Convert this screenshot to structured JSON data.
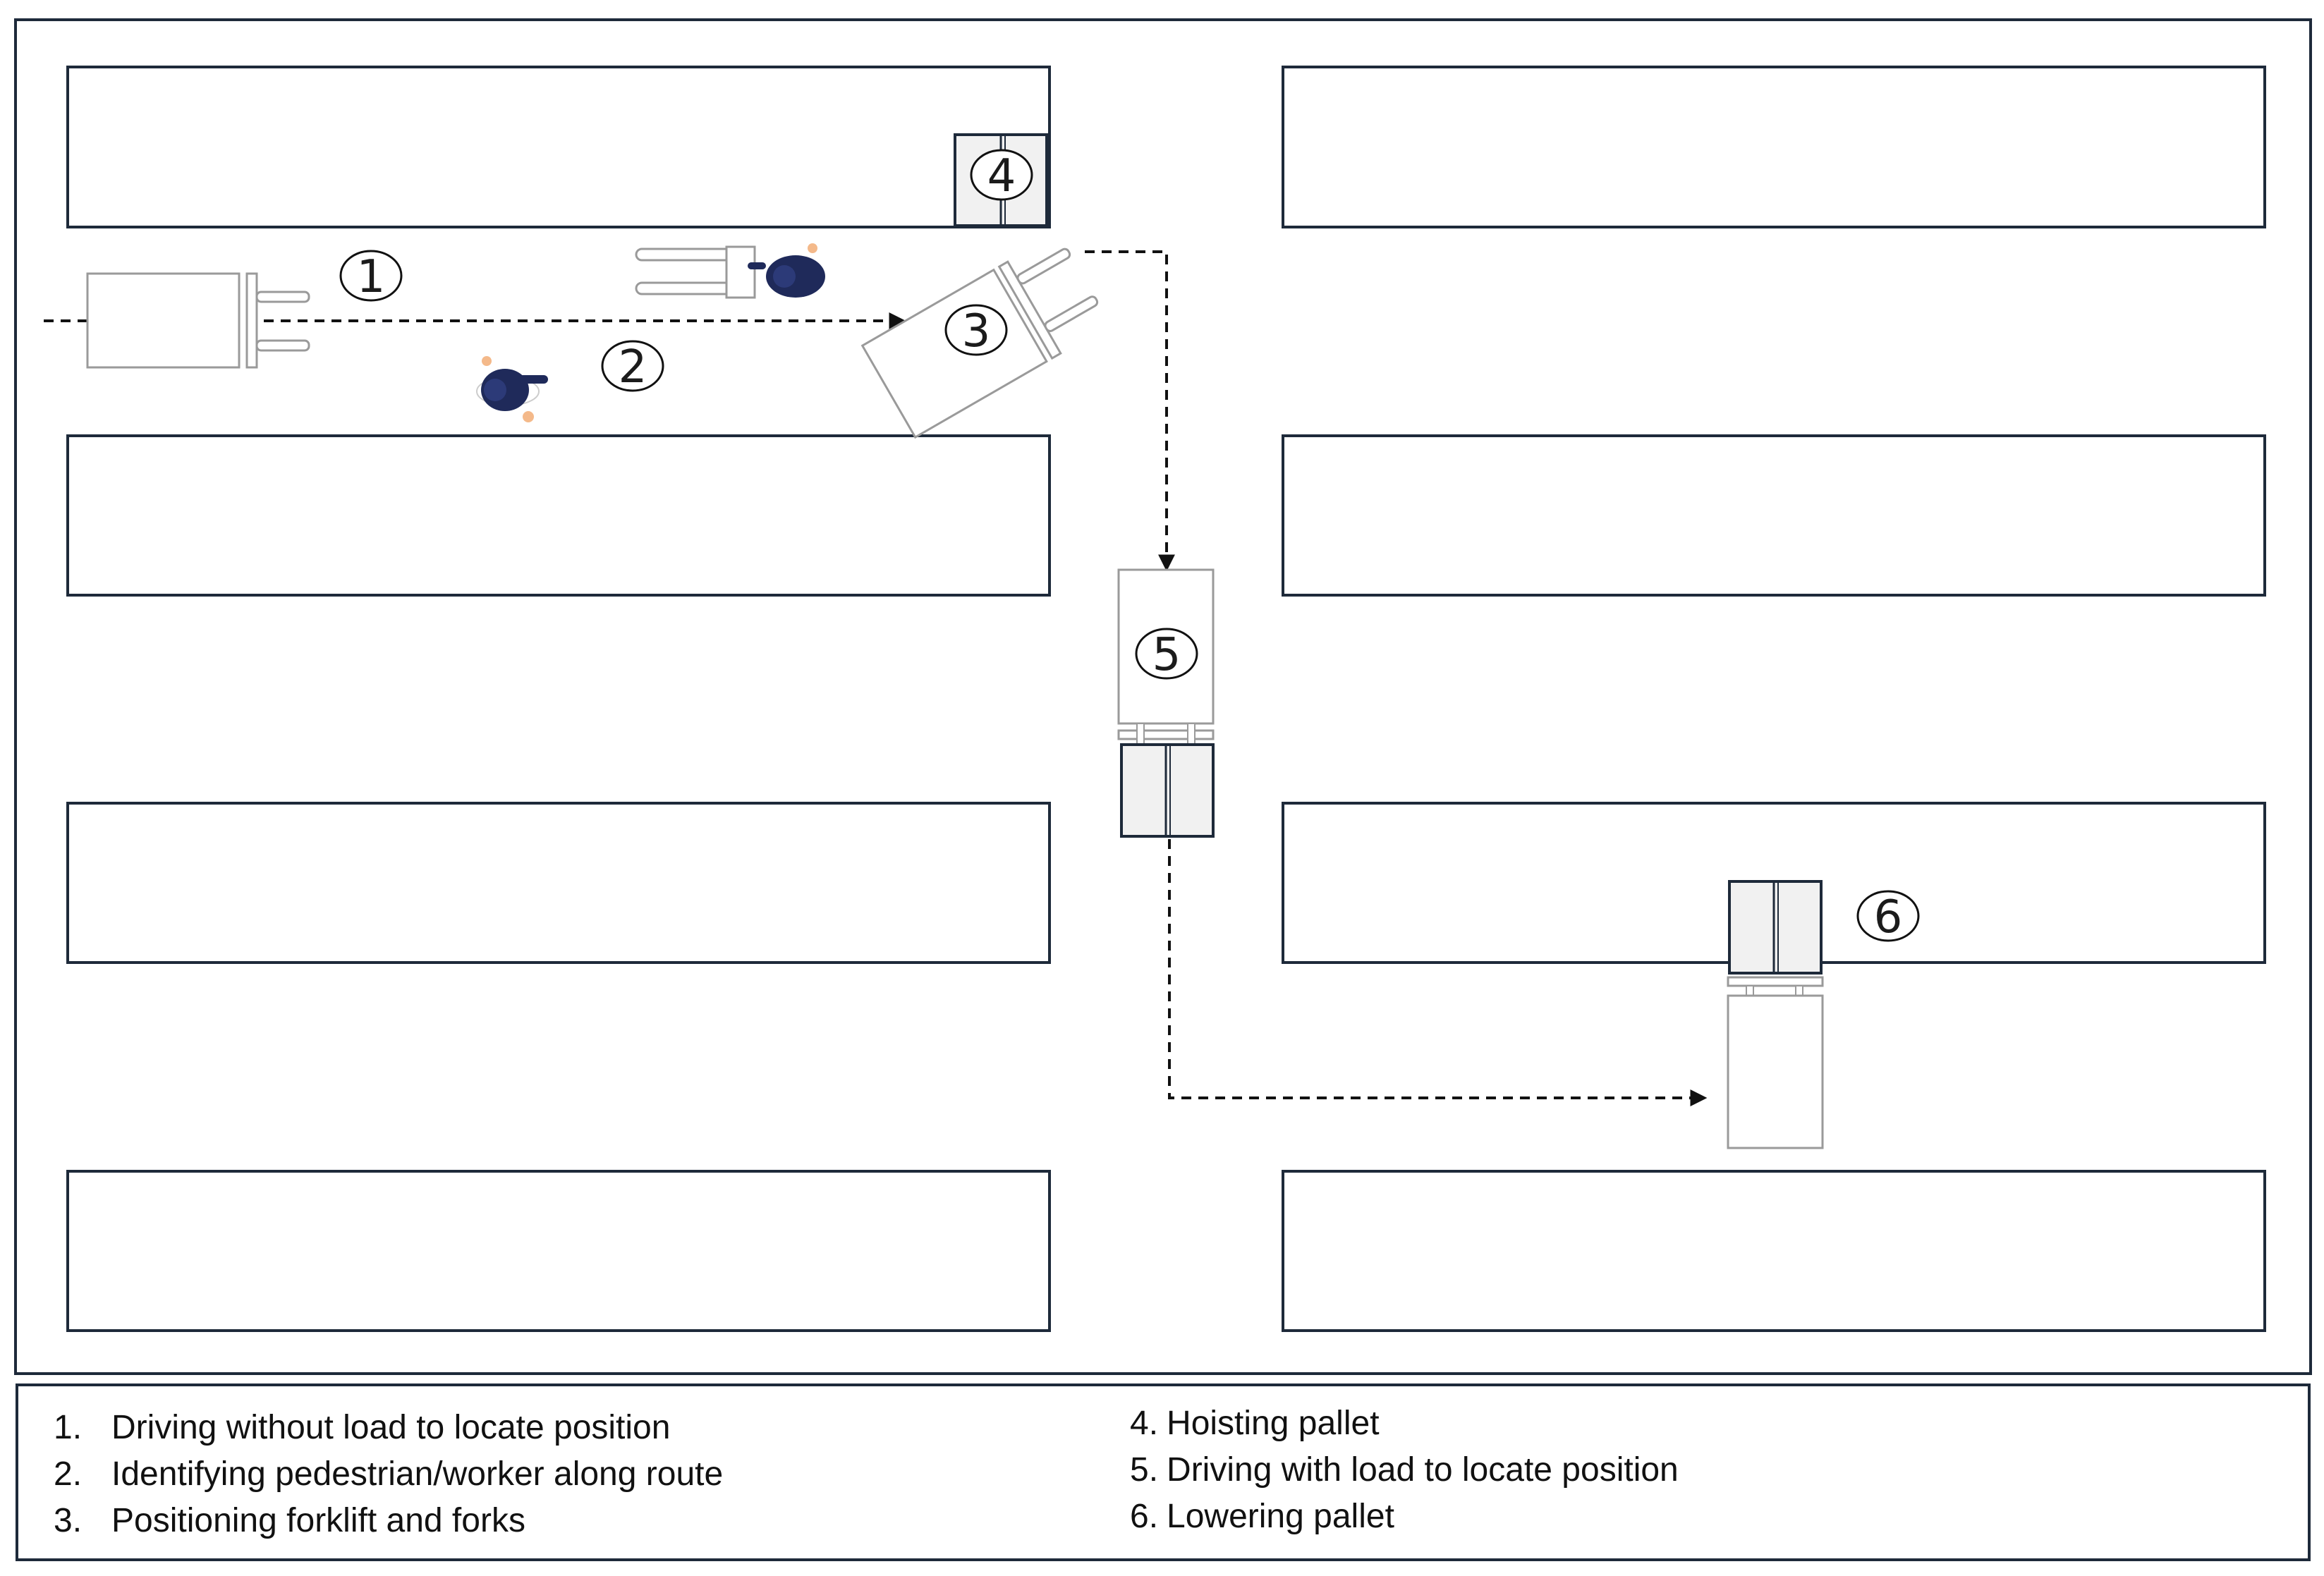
{
  "markers": [
    {
      "id": "1",
      "label": "1"
    },
    {
      "id": "2",
      "label": "2"
    },
    {
      "id": "3",
      "label": "3"
    },
    {
      "id": "4",
      "label": "4"
    },
    {
      "id": "5",
      "label": "5"
    },
    {
      "id": "6",
      "label": "6"
    }
  ],
  "legend": {
    "left": [
      {
        "num": "1.",
        "text": "Driving without load to locate position"
      },
      {
        "num": "2.",
        "text": "Identifying pedestrian/worker along route"
      },
      {
        "num": "3.",
        "text": "Positioning forklift and forks"
      }
    ],
    "right": [
      {
        "num": "4.",
        "text": "Hoisting pallet"
      },
      {
        "num": "5.",
        "text": "Driving with load to locate position"
      },
      {
        "num": "6.",
        "text": "Lowering pallet"
      }
    ]
  },
  "colors": {
    "border": "#1e2a3a",
    "pallet_fill": "#f1f1f1",
    "forklift_stroke": "#9a9a9a",
    "worker_body": "#1f2a5a",
    "worker_skin": "#f4b98a"
  }
}
